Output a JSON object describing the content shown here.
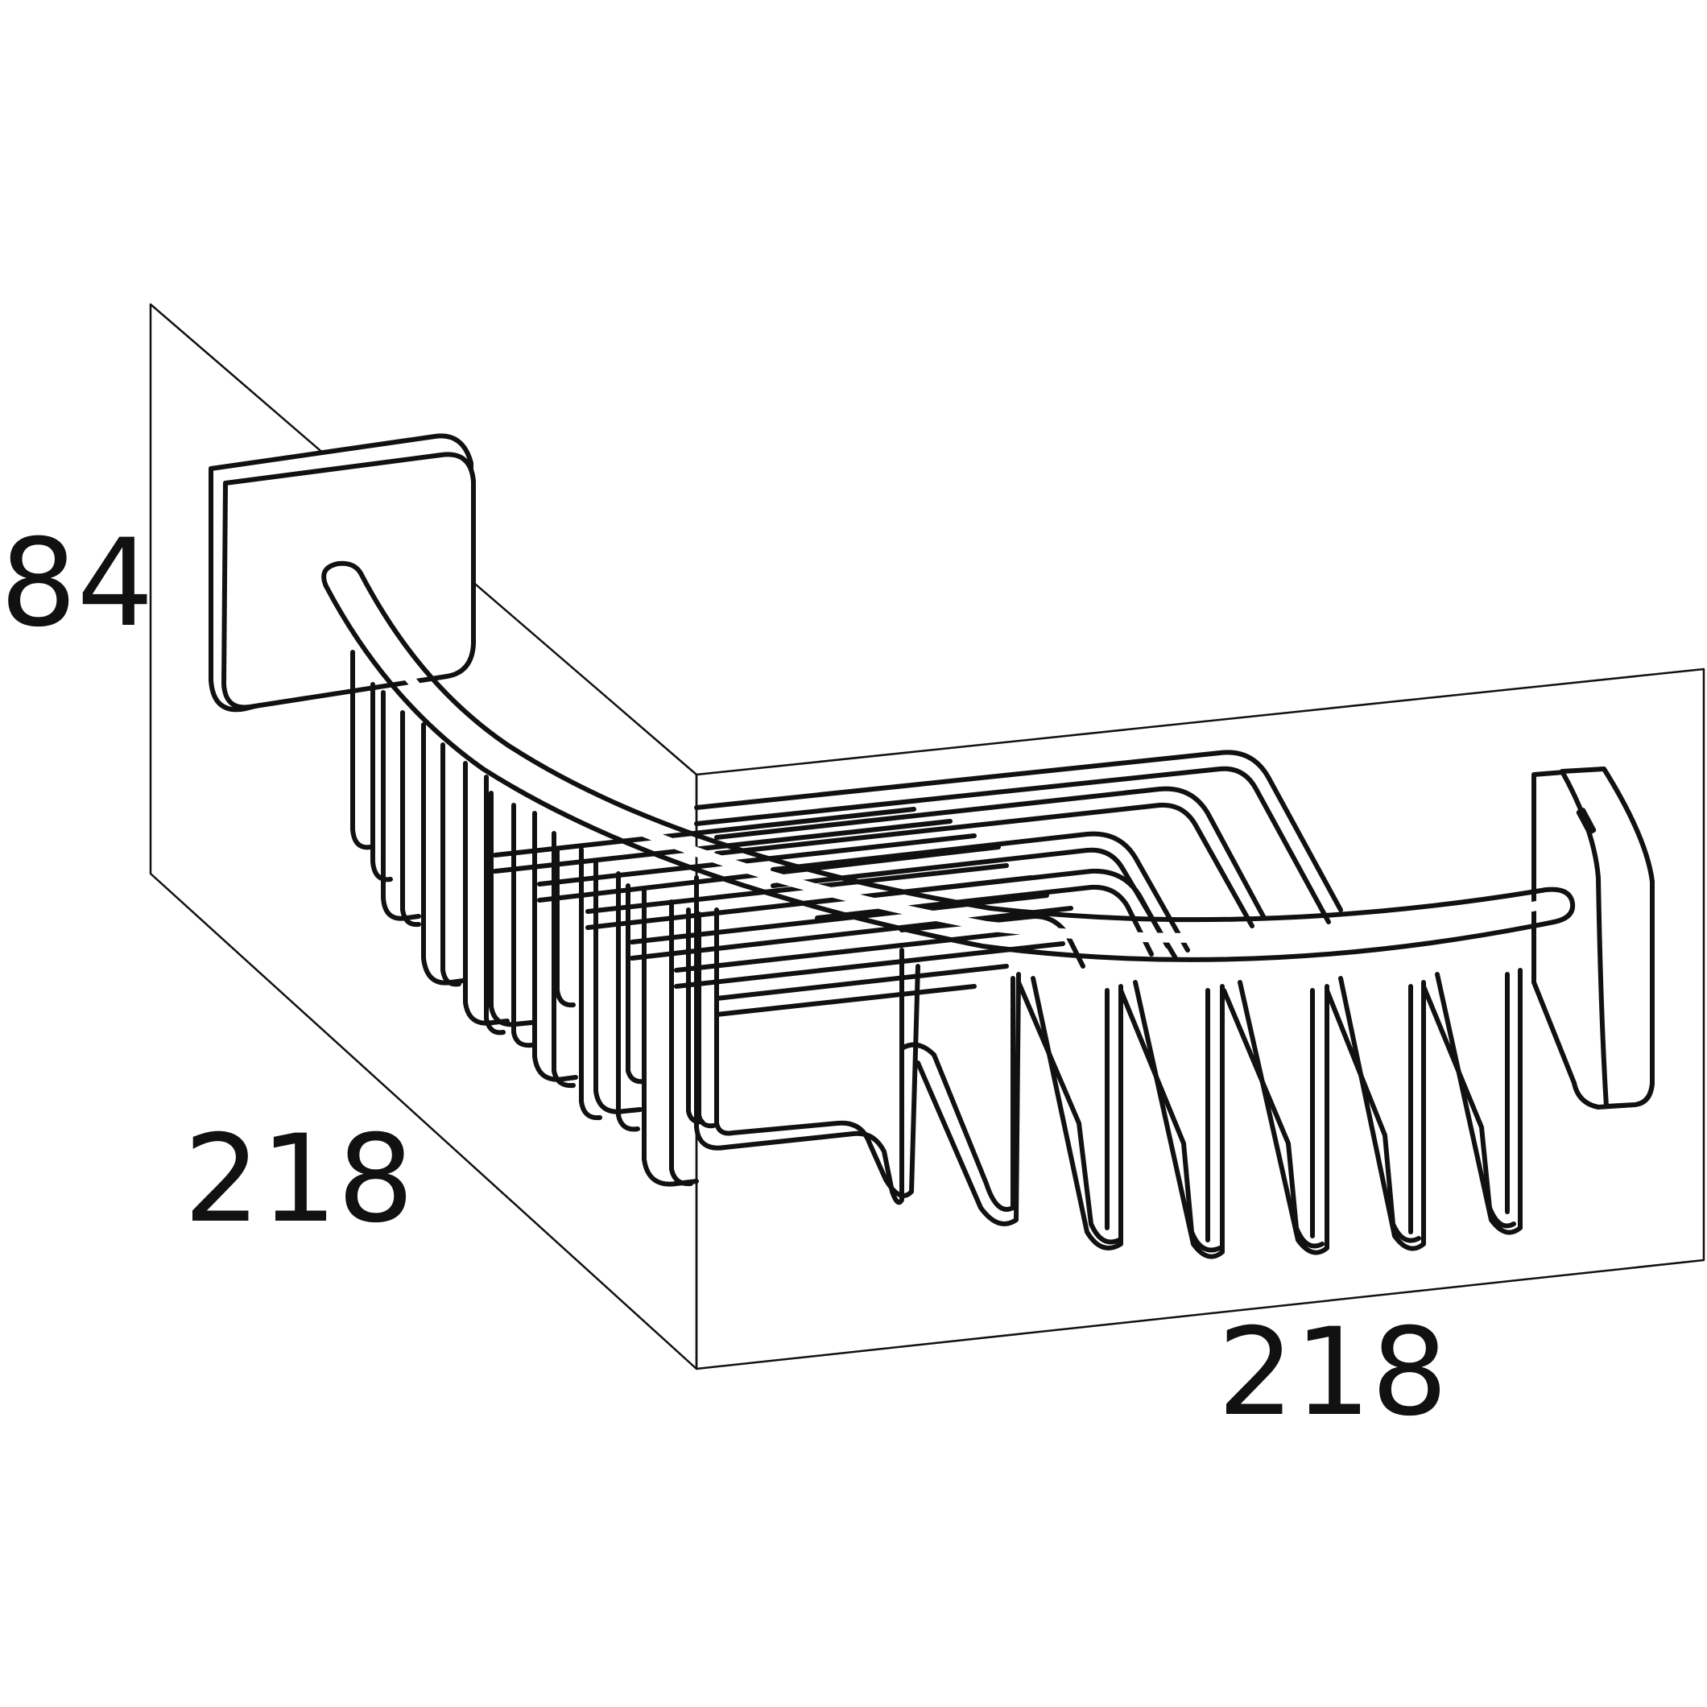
{
  "dimensions": {
    "height": "84",
    "depth": "218",
    "width": "218"
  },
  "colors": {
    "line": "#111111",
    "background": "#ffffff"
  }
}
